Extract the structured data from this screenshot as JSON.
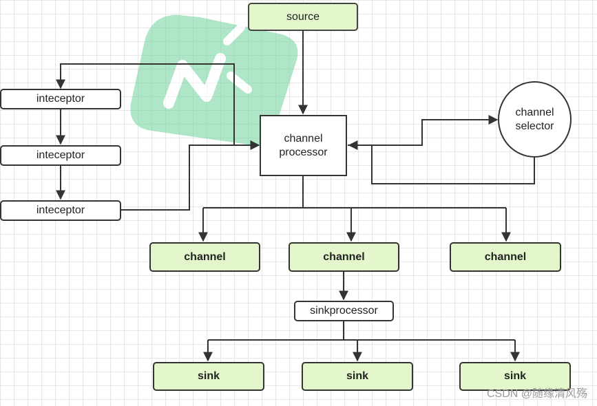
{
  "diagram": {
    "source": "source",
    "interceptors": [
      "inteceptor",
      "inteceptor",
      "inteceptor"
    ],
    "processor": "channel\nprocessor",
    "selector": "channel\nselector",
    "channels": [
      "channel",
      "channel",
      "channel"
    ],
    "sinkprocessor": "sinkprocessor",
    "sinks": [
      "sink",
      "sink",
      "sink"
    ]
  },
  "watermark": "CSDN @随缘清风殇",
  "colors": {
    "node_fill_green": "#e4f7cc",
    "line": "#333333",
    "logo_green": "#5cc98a"
  }
}
